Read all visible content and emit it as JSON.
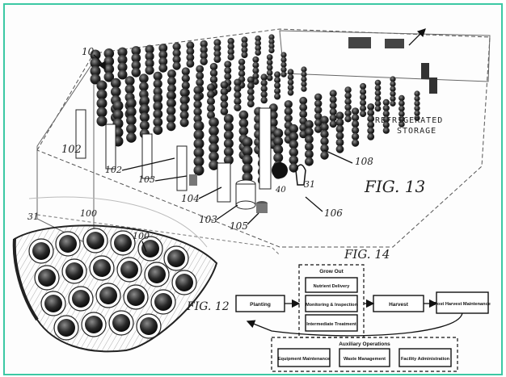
{
  "figures": {
    "fig13": {
      "caption": "FIG. 13",
      "storage_label_line1": "REFRIGERATED",
      "storage_label_line2": "STORAGE",
      "refs": [
        "10",
        "102",
        "102",
        "103",
        "104",
        "103",
        "105",
        "106",
        "108",
        "31",
        "40"
      ]
    },
    "fig12": {
      "caption": "FIG. 12",
      "refs": [
        "31",
        "100",
        "100"
      ]
    },
    "fig14": {
      "caption": "FIG. 14",
      "grow_out": {
        "title": "Grow Out",
        "items": [
          "Nutrient Delivery",
          "Monitoring & Inspection",
          "Intermediate Treatment"
        ]
      },
      "planting": "Planting",
      "harvest": "Harvest",
      "post_harvest": "Post Harvest Maintenance",
      "auxiliary": {
        "title": "Auxiliary Operations",
        "items": [
          "Equipment Maintenance",
          "Waste Management",
          "Facility Administration"
        ]
      }
    }
  },
  "colors": {
    "frame": "#3cc8a4",
    "ink": "#111111"
  }
}
